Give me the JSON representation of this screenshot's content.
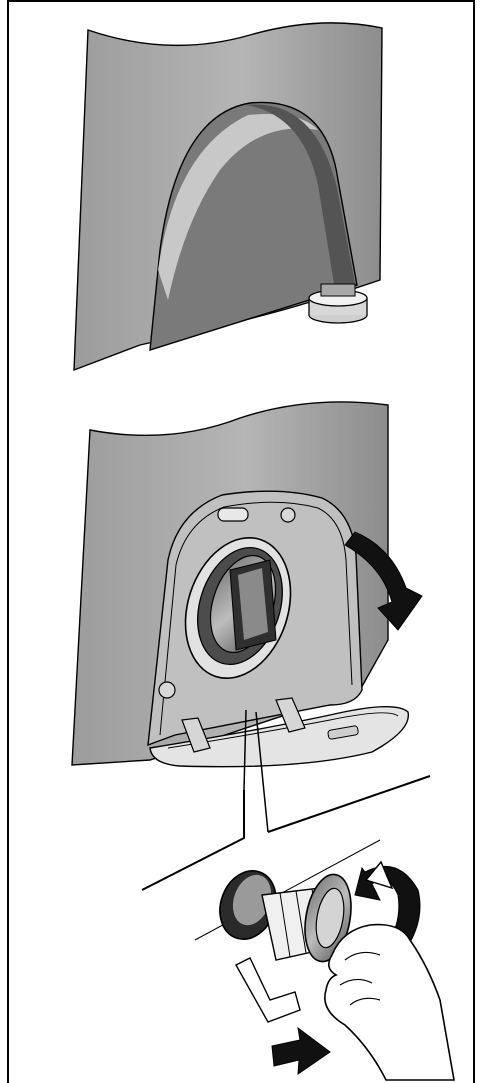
{
  "diagram": {
    "panels": [
      {
        "name": "closed-service-flap"
      },
      {
        "name": "opened-service-flap"
      },
      {
        "name": "remove-drain-filter"
      }
    ],
    "colors": {
      "panel_fill": "#a9a9a9",
      "panel_shadow": "#7c7c7c",
      "line": "#000000",
      "highlight": "#eeeeee",
      "flap_fill": "#d8d8d8"
    },
    "icons": [
      "rotate-arrow-icon",
      "counterclockwise-arrow-icon",
      "pull-arrow-icon",
      "hand-icon",
      "drain-filter-icon"
    ]
  }
}
